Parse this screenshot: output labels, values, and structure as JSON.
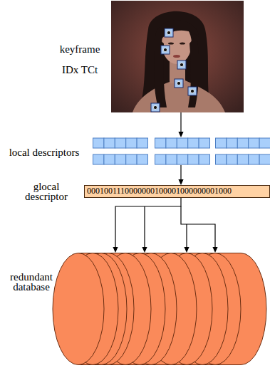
{
  "diagram": {
    "nodes": [
      {
        "text": [
          "keyframe",
          "IDx TCt"
        ]
      },
      {
        "text": [
          "local descriptors"
        ]
      },
      {
        "text": [
          "glocal descriptor",
          "0001001110000000100001000000001000"
        ]
      },
      {
        "text": [
          "redundant database"
        ]
      }
    ],
    "edges": [
      {
        "from": 0,
        "to": 1,
        "arrow": "to"
      },
      {
        "from": 1,
        "to": 2,
        "arrow": "to"
      },
      {
        "from": 2,
        "to": 3,
        "arrow": "to"
      }
    ]
  }
}
